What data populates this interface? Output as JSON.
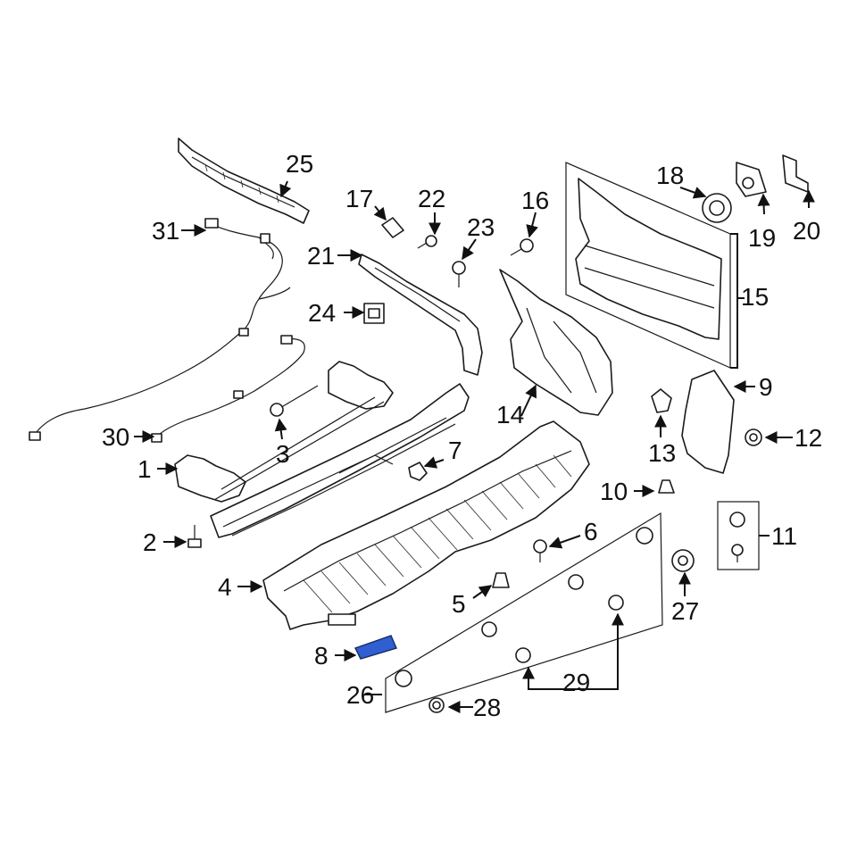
{
  "diagram": {
    "highlight_color": "#2f5fd0",
    "callouts": [
      {
        "id": "c1",
        "label": "1"
      },
      {
        "id": "c2",
        "label": "2"
      },
      {
        "id": "c3",
        "label": "3"
      },
      {
        "id": "c4",
        "label": "4"
      },
      {
        "id": "c5",
        "label": "5"
      },
      {
        "id": "c6",
        "label": "6"
      },
      {
        "id": "c7",
        "label": "7"
      },
      {
        "id": "c8",
        "label": "8"
      },
      {
        "id": "c9",
        "label": "9"
      },
      {
        "id": "c10",
        "label": "10"
      },
      {
        "id": "c11",
        "label": "11"
      },
      {
        "id": "c12",
        "label": "12"
      },
      {
        "id": "c13",
        "label": "13"
      },
      {
        "id": "c14",
        "label": "14"
      },
      {
        "id": "c15",
        "label": "15"
      },
      {
        "id": "c16",
        "label": "16"
      },
      {
        "id": "c17",
        "label": "17"
      },
      {
        "id": "c18",
        "label": "18"
      },
      {
        "id": "c19",
        "label": "19"
      },
      {
        "id": "c20",
        "label": "20"
      },
      {
        "id": "c21",
        "label": "21"
      },
      {
        "id": "c22",
        "label": "22"
      },
      {
        "id": "c23",
        "label": "23"
      },
      {
        "id": "c24",
        "label": "24"
      },
      {
        "id": "c25",
        "label": "25"
      },
      {
        "id": "c26",
        "label": "26"
      },
      {
        "id": "c27",
        "label": "27"
      },
      {
        "id": "c28",
        "label": "28"
      },
      {
        "id": "c29",
        "label": "29"
      },
      {
        "id": "c30",
        "label": "30"
      },
      {
        "id": "c31",
        "label": "31"
      }
    ]
  }
}
